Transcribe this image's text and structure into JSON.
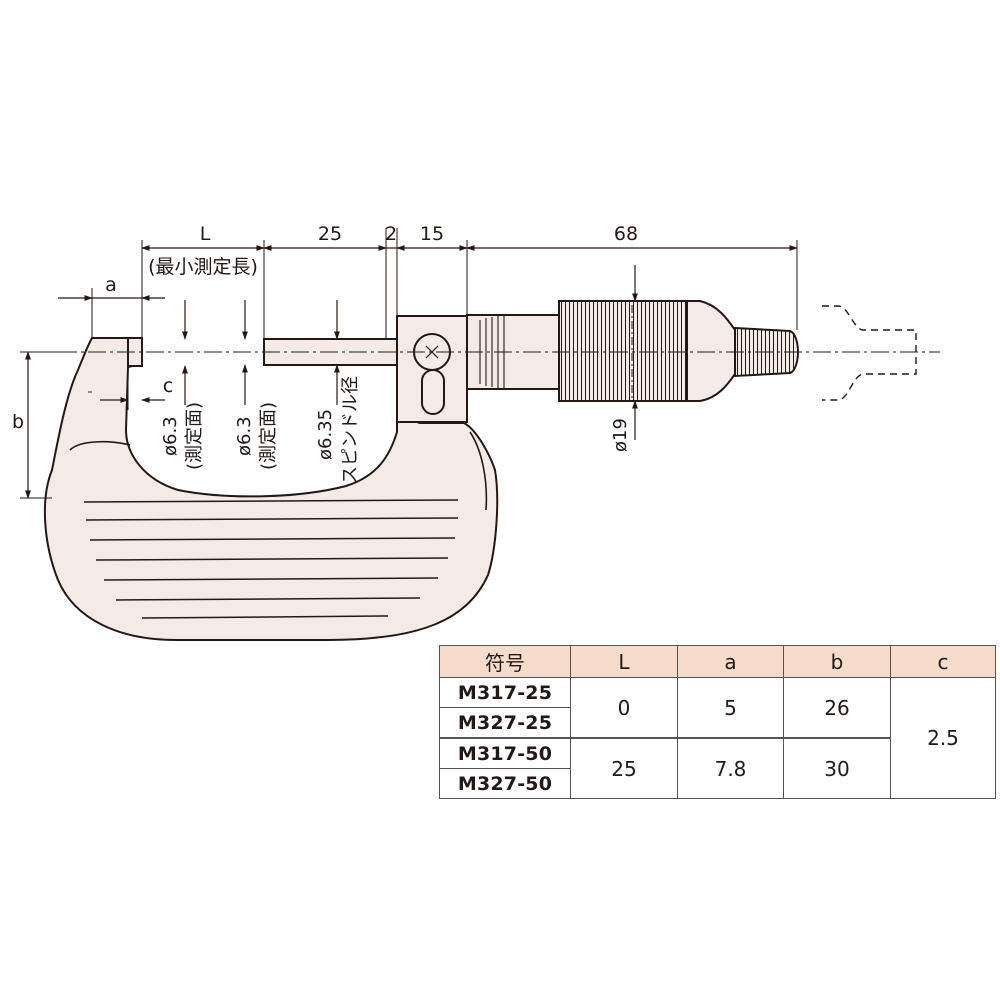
{
  "dimensions": {
    "L": "L",
    "min_length_label": "(最小測定長)",
    "stroke": "25",
    "gap": "2",
    "sleeve": "15",
    "thimble_to_end": "68",
    "a": "a",
    "b": "b",
    "c": "c",
    "anvil_dia": "ø6.3",
    "anvil_face": "(測定面)",
    "spindle_face_dia": "ø6.3",
    "spindle_face": "(測定面)",
    "spindle_dia": "ø6.35",
    "spindle_dia_label": "スピンドル径",
    "thimble_dia": "ø19"
  },
  "table": {
    "headers": [
      "符号",
      "L",
      "a",
      "b",
      "c"
    ],
    "groups": [
      {
        "models": [
          "M317-25",
          "M327-25"
        ],
        "L": "0",
        "a": "5",
        "b": "26"
      },
      {
        "models": [
          "M317-50",
          "M327-50"
        ],
        "L": "25",
        "a": "7.8",
        "b": "30"
      }
    ],
    "c_value": "2.5"
  },
  "colors": {
    "body_fill": "#f4ebe6",
    "header_fill": "#f7dccb",
    "line": "#231815"
  }
}
